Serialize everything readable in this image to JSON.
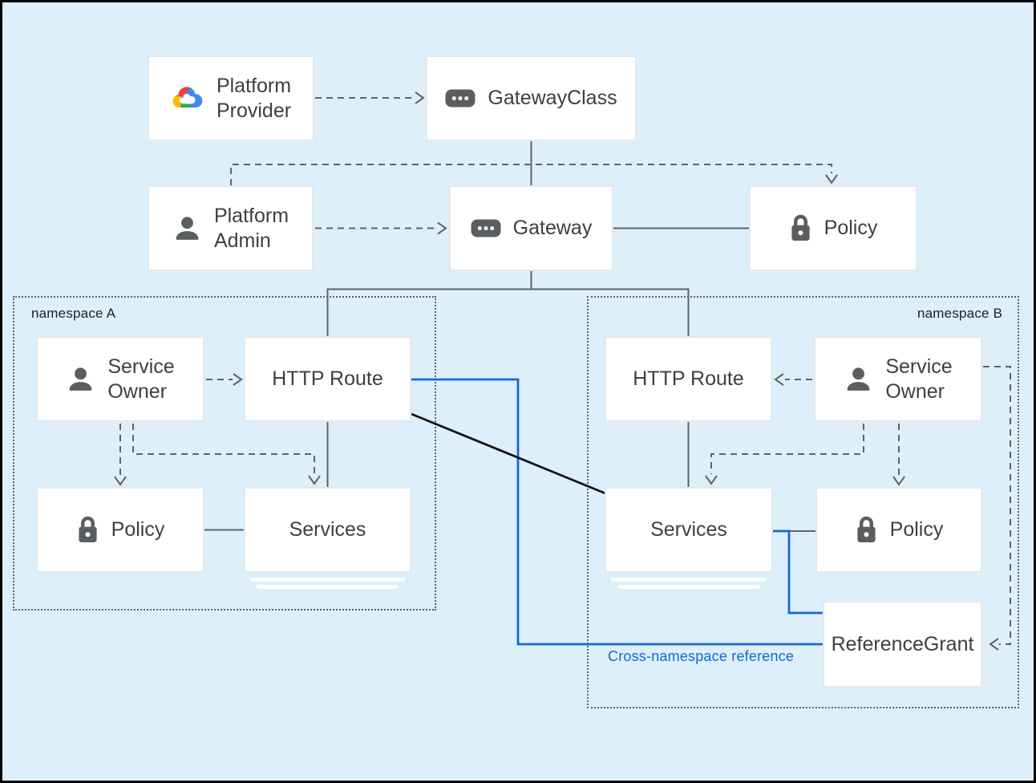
{
  "namespaces": {
    "a": "namespace A",
    "b": "namespace B"
  },
  "nodes": {
    "platform_provider": {
      "line1": "Platform",
      "line2": "Provider",
      "icon": "google-cloud"
    },
    "gateway_class": {
      "label": "GatewayClass",
      "icon": "resource-chip"
    },
    "platform_admin": {
      "line1": "Platform",
      "line2": "Admin",
      "icon": "person"
    },
    "gateway": {
      "label": "Gateway",
      "icon": "resource-chip"
    },
    "policy_top": {
      "label": "Policy",
      "icon": "lock"
    },
    "service_owner_a": {
      "line1": "Service",
      "line2": "Owner",
      "icon": "person"
    },
    "http_route_a": {
      "label": "HTTP Route"
    },
    "policy_a": {
      "label": "Policy",
      "icon": "lock"
    },
    "services_a": {
      "label": "Services"
    },
    "http_route_b": {
      "label": "HTTP Route"
    },
    "service_owner_b": {
      "line1": "Service",
      "line2": "Owner",
      "icon": "person"
    },
    "services_b": {
      "label": "Services"
    },
    "policy_b": {
      "label": "Policy",
      "icon": "lock"
    },
    "reference_grant": {
      "label": "ReferenceGrant"
    }
  },
  "annotations": {
    "cross_namespace_reference": "Cross-namespace reference"
  },
  "edges": [
    {
      "from": "platform_provider",
      "to": "gateway_class",
      "style": "dashed-arrow"
    },
    {
      "from": "gateway_class",
      "to": "gateway",
      "style": "solid"
    },
    {
      "from": "platform_admin",
      "to": "gateway",
      "style": "dashed-arrow"
    },
    {
      "from": "platform_admin",
      "to": "policy_top",
      "style": "dashed-arrow"
    },
    {
      "from": "gateway",
      "to": "policy_top",
      "style": "solid"
    },
    {
      "from": "gateway",
      "to": "http_route_a",
      "style": "solid"
    },
    {
      "from": "gateway",
      "to": "http_route_b",
      "style": "solid"
    },
    {
      "from": "service_owner_a",
      "to": "http_route_a",
      "style": "dashed-arrow"
    },
    {
      "from": "service_owner_a",
      "to": "policy_a",
      "style": "dashed-arrow"
    },
    {
      "from": "service_owner_a",
      "to": "services_a",
      "style": "dashed-arrow"
    },
    {
      "from": "http_route_a",
      "to": "services_a",
      "style": "solid"
    },
    {
      "from": "policy_a",
      "to": "services_a",
      "style": "solid"
    },
    {
      "from": "http_route_a",
      "to": "services_b",
      "style": "solid-black"
    },
    {
      "from": "service_owner_b",
      "to": "http_route_b",
      "style": "dashed-arrow"
    },
    {
      "from": "service_owner_b",
      "to": "services_b",
      "style": "dashed-arrow"
    },
    {
      "from": "service_owner_b",
      "to": "policy_b",
      "style": "dashed-arrow"
    },
    {
      "from": "service_owner_b",
      "to": "reference_grant",
      "style": "dashed-arrow"
    },
    {
      "from": "http_route_b",
      "to": "services_b",
      "style": "solid"
    },
    {
      "from": "services_b",
      "to": "policy_b",
      "style": "solid"
    },
    {
      "from": "http_route_a",
      "to": "reference_grant",
      "style": "blue"
    },
    {
      "from": "services_b",
      "to": "reference_grant",
      "style": "blue"
    }
  ],
  "colors": {
    "background": "#ddeffb",
    "line_gray": "#5f6368",
    "blue_accent": "#1967d2",
    "black_line": "#141414",
    "icon_gray": "#5b5e61"
  }
}
